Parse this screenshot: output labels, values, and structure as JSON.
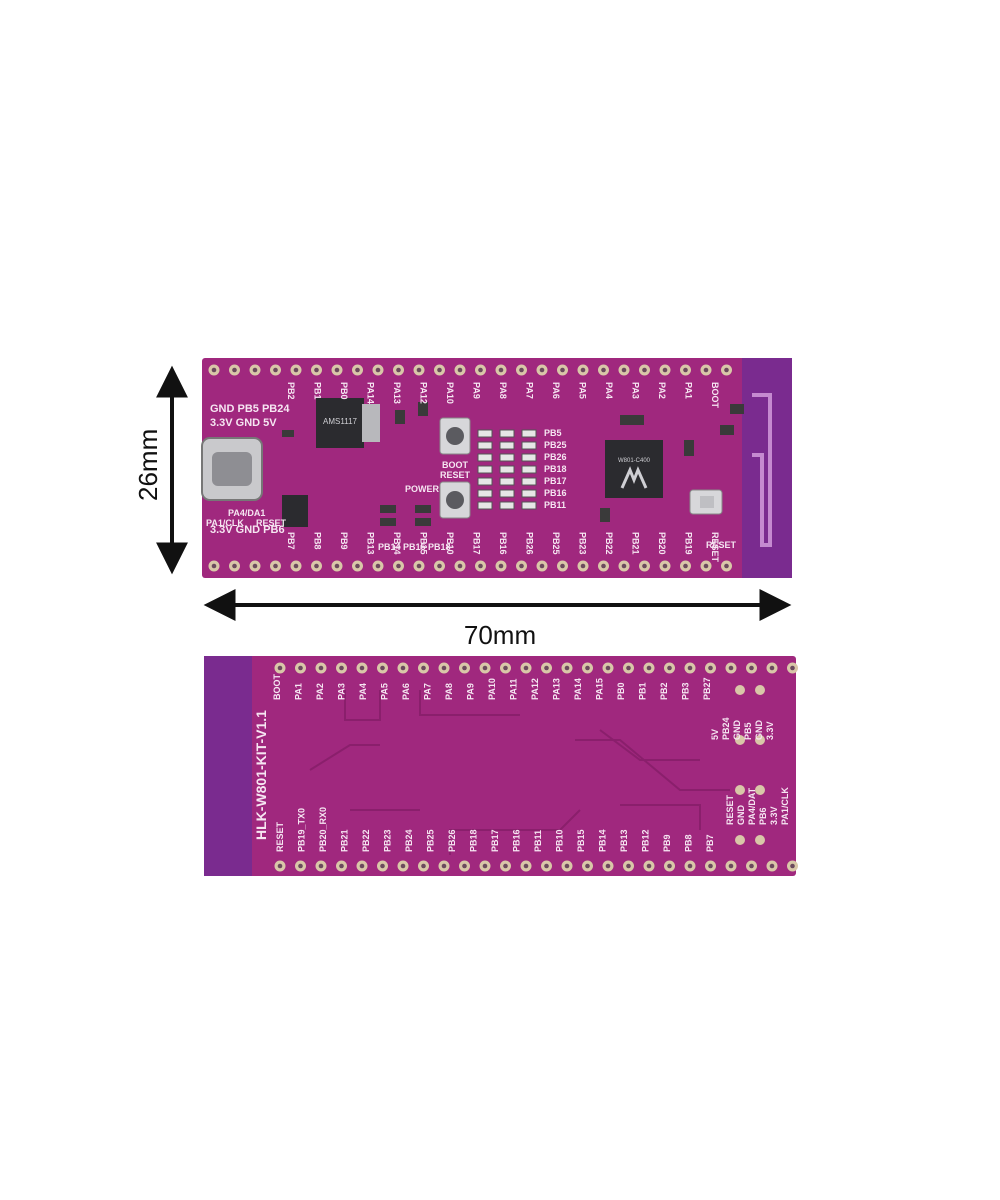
{
  "dimensions": {
    "height_label": "26mm",
    "width_label": "70mm"
  },
  "colors": {
    "pcb": "#a0287e",
    "pcb_dark": "#8a1f6c",
    "antenna_area": "#7a2b8f",
    "silkscreen": "#f6e6f2",
    "pad": "#d9c7a8",
    "chip": "#2b2b2f",
    "usb": "#c9c9cc"
  },
  "front_board": {
    "top_header_labels": [
      "PB2",
      "PB1",
      "PB0",
      "PA14",
      "PA13",
      "PA12",
      "PA10",
      "PA9",
      "PA8",
      "PA7",
      "PA6",
      "PA5",
      "PA4",
      "PA3",
      "PA2",
      "PA1",
      "BOOT"
    ],
    "bottom_header_labels": [
      "PB7",
      "PB8",
      "PB9",
      "PB13",
      "PB14",
      "PB15",
      "PB10",
      "PB17",
      "PB16",
      "PB26",
      "PB25",
      "PB23",
      "PB22",
      "PB21",
      "PB20",
      "PB19",
      "RESET"
    ],
    "led_labels": [
      "PB5",
      "PB25",
      "PB26",
      "PB18",
      "PB17",
      "PB16",
      "PB11"
    ],
    "left_labels": {
      "row1": "GND PB5 PB24",
      "row2": "3.3V GND 5V",
      "row3": "PA4/DA1",
      "row4": "PA1/CLK",
      "row5": "3.3V GND PB6",
      "reset": "RESET"
    },
    "buttons": {
      "boot": "BOOT",
      "reset": "RESET",
      "power": "POWER",
      "rf_reset": "RESET"
    },
    "regulator_text": "AMS1117",
    "chip_text": "W801-C400",
    "bottom_row_labels": "PB14 PB15 PB18"
  },
  "back_board": {
    "title": "HLK-W801-KIT-V1.1",
    "top_labels": [
      "BOOT",
      "PA1",
      "PA2",
      "PA3",
      "PA4",
      "PA5",
      "PA6",
      "PA7",
      "PA8",
      "PA9",
      "PA10",
      "PA11",
      "PA12",
      "PA13",
      "PA14",
      "PA15",
      "PB0",
      "PB1",
      "PB2",
      "PB3",
      "PB27"
    ],
    "bottom_labels": [
      "RESET",
      "PB19_TX0",
      "PB20_RX0",
      "PB21",
      "PB22",
      "PB23",
      "PB24",
      "PB25",
      "PB26",
      "PB18",
      "PB17",
      "PB16",
      "PB11",
      "PB10",
      "PB15",
      "PB14",
      "PB13",
      "PB12",
      "PB9",
      "PB8",
      "PB7"
    ],
    "right_labels": [
      "5V",
      "PB24",
      "GND",
      "PB5",
      "GND",
      "3.3V",
      "RESET",
      "GND",
      "PA4/DAT",
      "PB6",
      "3.3V",
      "PA1/CLK"
    ]
  }
}
